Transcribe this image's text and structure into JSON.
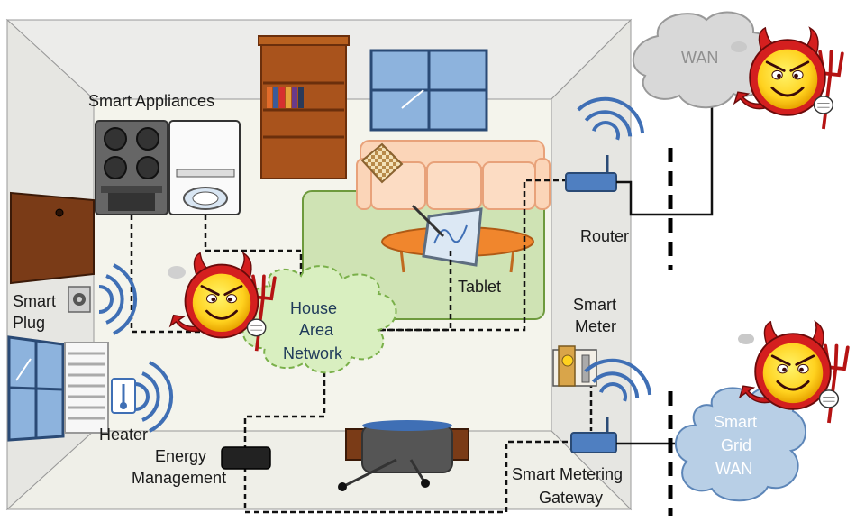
{
  "labels": {
    "smart_appliances": "Smart Appliances",
    "smart_plug_1": "Smart",
    "smart_plug_2": "Plug",
    "heater": "Heater",
    "energy_mgmt_1": "Energy",
    "energy_mgmt_2": "Management",
    "house_area_1": "House",
    "house_area_2": "Area",
    "house_area_3": "Network",
    "tablet": "Tablet",
    "router": "Router",
    "smart_meter_1": "Smart",
    "smart_meter_2": "Meter",
    "gateway_1": "Smart Metering",
    "gateway_2": "Gateway",
    "wan": "WAN",
    "sg_wan_1": "Smart",
    "sg_wan_2": "Grid",
    "sg_wan_3": "WAN"
  },
  "colors": {
    "room_fill": "#e9e9e6",
    "floor_fill": "#f4f4ec",
    "rug_fill": "#cfe3b4",
    "sofa_fill": "#fbd5b8",
    "table_fill": "#f0862d",
    "device_blue": "#4f7fc1",
    "wifi_blue": "#3f6fb5",
    "door_brown": "#7a3b17",
    "shelf_brown": "#a9531c",
    "window_blue": "#8db3dd",
    "cloud_green": "#d9efc0",
    "cloud_gray": "#d8d8d8",
    "cloud_blue": "#b8cfe6",
    "devil_red": "#d41f1f",
    "devil_yellow": "#ffd83a"
  },
  "icons": [
    "devil-icon",
    "wifi-icon",
    "router-icon",
    "tablet-icon",
    "thermostat-icon",
    "outlet-icon",
    "meter-icon"
  ]
}
